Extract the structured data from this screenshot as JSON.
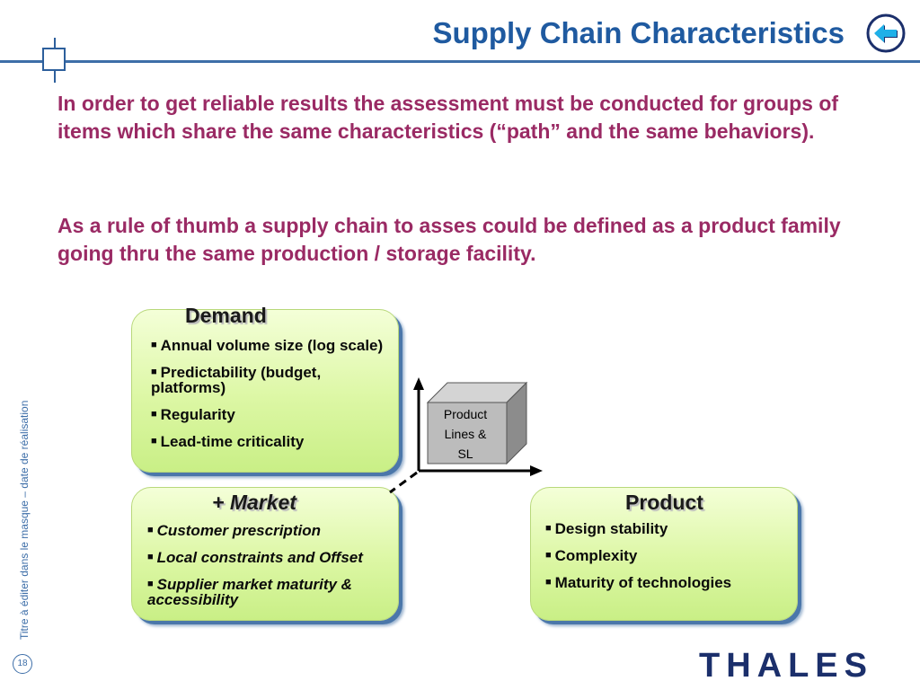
{
  "header": {
    "title": "Supply Chain Characteristics"
  },
  "side_text": "Titre à éditer dans le masque – date de réalisation",
  "page_number": "18",
  "paragraphs": [
    "In order to get reliable results the assessment must be conducted for groups of items which share the same characteristics (“path” and the same behaviors).",
    "As a rule of thumb a supply chain to asses could be defined as a product family going thru the same production / storage facility."
  ],
  "demand": {
    "title": "Demand",
    "items": [
      "Annual volume size (log scale)",
      "Predictability (budget, platforms)",
      "Regularity",
      "Lead-time criticality"
    ]
  },
  "market": {
    "title": "+ Market",
    "items": [
      "Customer prescription",
      "Local constraints and Offset",
      "Supplier market maturity & accessibility"
    ]
  },
  "product": {
    "title": "Product",
    "items": [
      "Design stability",
      "Complexity",
      "Maturity of technologies"
    ]
  },
  "cube": {
    "line1": "Product",
    "line2": "Lines &",
    "line3": "SL"
  },
  "logo": {
    "text": "THALES"
  },
  "colors": {
    "title": "#1f5aa0",
    "body_text": "#9a2a64",
    "box_fill": "#dcf7a4",
    "logo": "#1b2f6b"
  }
}
